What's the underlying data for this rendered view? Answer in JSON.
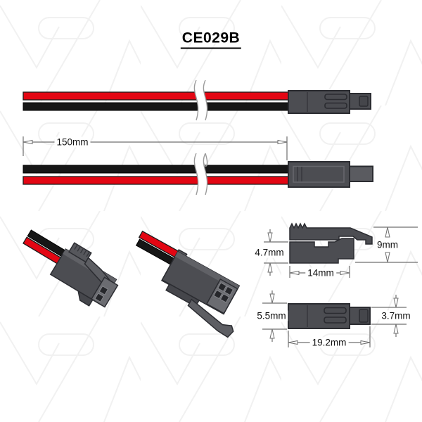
{
  "title": "CE029B",
  "dimensions": {
    "lead_length": "150mm",
    "plug_front_height": "4.7mm",
    "plug_overall_height": "9mm",
    "plug_body_length": "14mm",
    "socket_body_height": "5.5mm",
    "socket_tip_height": "3.7mm",
    "socket_overall_length": "19.2mm"
  },
  "colors": {
    "wire_red": "#e30613",
    "wire_black": "#161616",
    "connector_gray": "#4c4d52",
    "outline": "#2b2c31",
    "dimension_line": "#6f6f6f"
  }
}
